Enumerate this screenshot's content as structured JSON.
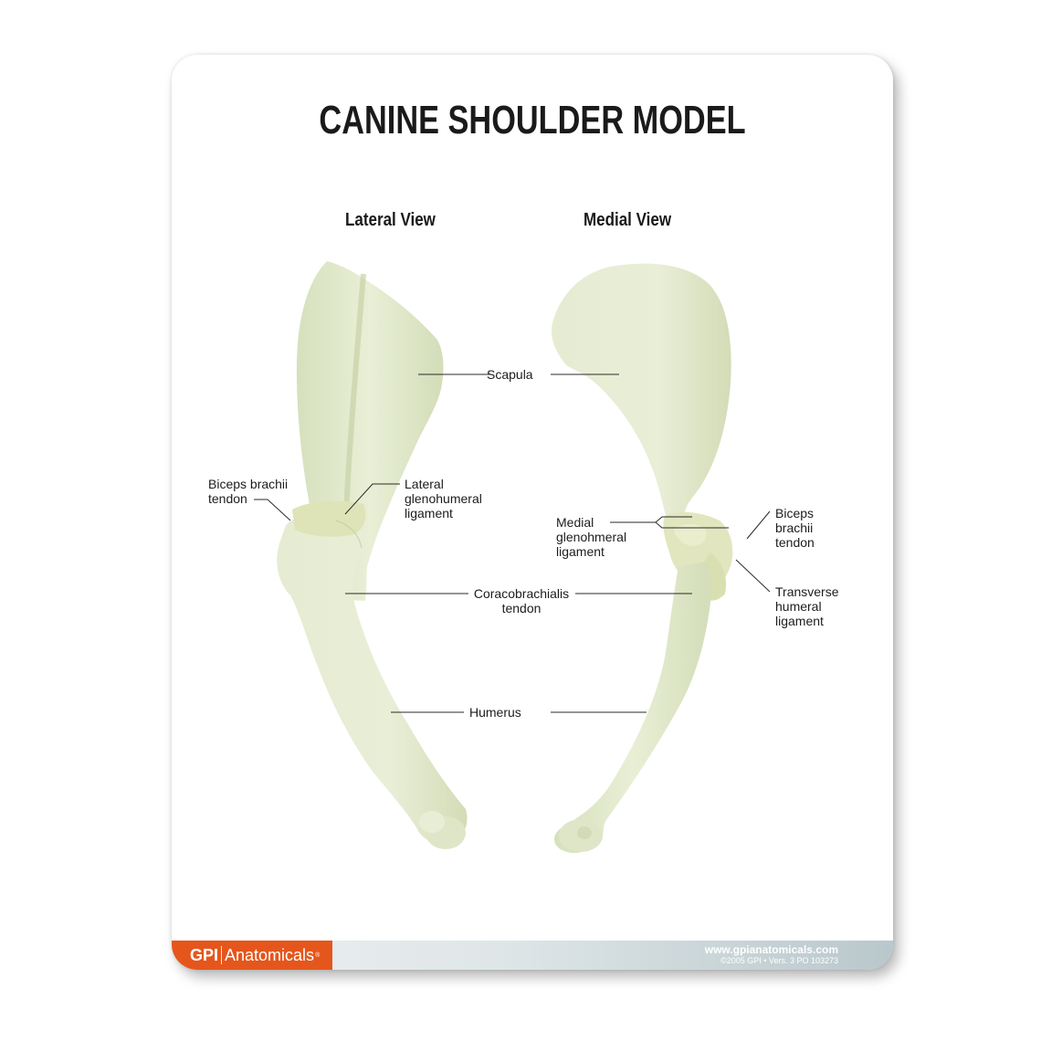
{
  "title": "CANINE SHOULDER MODEL",
  "views": {
    "lateral": {
      "heading": "Lateral View"
    },
    "medial": {
      "heading": "Medial View"
    }
  },
  "labels": {
    "scapula": "Scapula",
    "coracobrachialis_line1": "Coracobrachialis",
    "coracobrachialis_line2": "tendon",
    "humerus": "Humerus",
    "lateral_biceps_line1": "Biceps brachii",
    "lateral_biceps_line2": "tendon",
    "lateral_glenohumeral_line1": "Lateral",
    "lateral_glenohumeral_line2": "glenohumeral",
    "lateral_glenohumeral_line3": "ligament",
    "medial_glenohumeral_line1": "Medial",
    "medial_glenohumeral_line2": "glenohmeral",
    "medial_glenohumeral_line3": "ligament",
    "medial_biceps_line1": "Biceps",
    "medial_biceps_line2": "brachii",
    "medial_biceps_line3": "tendon",
    "transverse_line1": "Transverse",
    "transverse_line2": "humeral",
    "transverse_line3": "ligament"
  },
  "footer": {
    "brand_bold": "GPI",
    "brand_light": "Anatomicals",
    "brand_reg": "®",
    "url": "www.gpianatomicals.com",
    "copyright": "©2005 GPI • Vers. 3 PO 103273"
  },
  "colors": {
    "bone": "#e4ebcf",
    "bone_shadow": "#c9d4ad",
    "brand_orange": "#e5561c",
    "text": "#1a1a1a"
  }
}
